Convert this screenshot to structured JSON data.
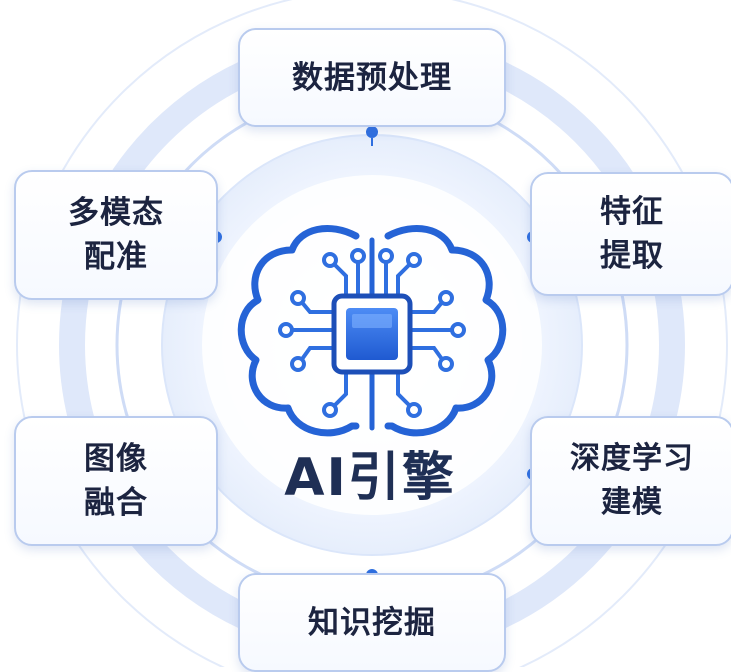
{
  "center": {
    "title": "AI引擎"
  },
  "nodes": {
    "top": {
      "line1": "数据预处理"
    },
    "left_top": {
      "line1": "多模态",
      "line2": "配准"
    },
    "right_top": {
      "line1": "特征",
      "line2": "提取"
    },
    "left_bottom": {
      "line1": "图像",
      "line2": "融合"
    },
    "right_bottom": {
      "line1": "深度学习",
      "line2": "建模"
    },
    "bottom": {
      "line1": "知识挖掘"
    }
  },
  "colors": {
    "accent": "#2f6fe0",
    "accent_dark": "#1d4fb8",
    "ring": "#c9d8f6",
    "text": "#1c2440"
  },
  "icons": [
    "brain-circuit-icon",
    "chip-icon"
  ]
}
